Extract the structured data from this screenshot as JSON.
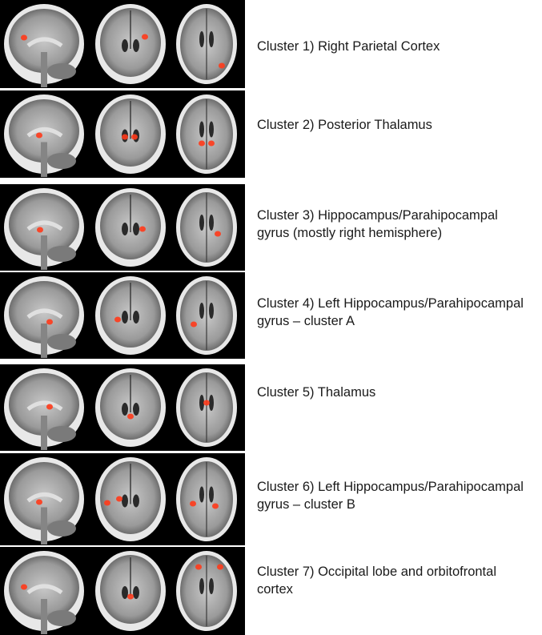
{
  "figure": {
    "overlay_color": "#ff3a1a",
    "rows": [
      {
        "lines": [
          "Cluster 1) Right Parietal Cortex"
        ],
        "blobs": {
          "sag": [
            [
              30,
              47
            ]
          ],
          "cor": [
            [
              181,
              46
            ]
          ],
          "axi": [
            [
              277,
              82
            ]
          ]
        }
      },
      {
        "lines": [
          "Cluster 2) Posterior Thalamus"
        ],
        "blobs": {
          "sag": [
            [
              49,
              169
            ]
          ],
          "cor": [
            [
              156,
              171
            ],
            [
              168,
              171
            ]
          ],
          "axi": [
            [
              252,
              179
            ],
            [
              264,
              179
            ]
          ]
        }
      },
      {
        "lines": [
          "Cluster 3) Hippocampus/Parahipocampal",
          "gyrus (mostly right hemisphere)"
        ],
        "blobs": {
          "sag": [
            [
              50,
              287
            ]
          ],
          "cor": [
            [
              178,
              286
            ]
          ],
          "axi": [
            [
              272,
              292
            ]
          ]
        }
      },
      {
        "lines": [
          "Cluster 4) Left Hippocampus/Parahipocampal",
          "gyrus – cluster A"
        ],
        "blobs": {
          "sag": [
            [
              62,
              402
            ]
          ],
          "cor": [
            [
              147,
              399
            ]
          ],
          "axi": [
            [
              242,
              405
            ]
          ]
        }
      },
      {
        "lines": [
          "Cluster 5) Thalamus"
        ],
        "blobs": {
          "sag": [
            [
              62,
              508
            ]
          ],
          "cor": [
            [
              163,
              520
            ]
          ],
          "axi": [
            [
              258,
              503
            ]
          ]
        }
      },
      {
        "lines": [
          "Cluster 6) Left Hippocampus/Parahipocampal",
          "gyrus – cluster B"
        ],
        "blobs": {
          "sag": [
            [
              49,
              627
            ]
          ],
          "cor": [
            [
              149,
              623
            ],
            [
              134,
              628
            ]
          ],
          "axi": [
            [
              241,
              629
            ],
            [
              269,
              632
            ]
          ]
        }
      },
      {
        "lines": [
          "Cluster 7) Occipital lobe and orbitofrontal",
          "cortex"
        ],
        "blobs": {
          "sag": [
            [
              30,
              733
            ]
          ],
          "cor": [
            [
              163,
              745
            ]
          ],
          "axi": [
            [
              248,
              708
            ],
            [
              275,
              708
            ]
          ]
        }
      }
    ]
  }
}
